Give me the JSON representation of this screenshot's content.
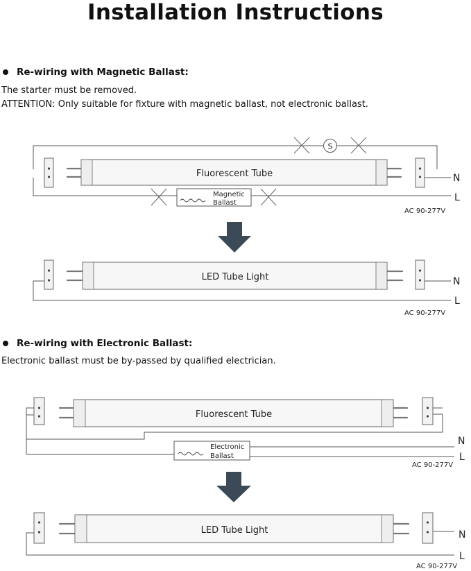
{
  "title": "Installation Instructions",
  "section1": {
    "heading": "Re-wiring with Magnetic Ballast:",
    "line1": "The starter must be removed.",
    "line2": "ATTENTION: Only suitable for fixture with magnetic ballast, not electronic ballast.",
    "tube_label": "Fluorescent Tube",
    "starter_symbol": "S",
    "ballast_line1": "Magnetic",
    "ballast_line2": "Ballast",
    "led_label": "LED Tube Light",
    "n_label": "N",
    "l_label": "L",
    "voltage": "AC 90-277V"
  },
  "section2": {
    "heading": "Re-wiring with Electronic Ballast:",
    "line1": "Electronic ballast must be by-passed by qualified electrician.",
    "tube_label": "Fluorescent Tube",
    "ballast_line1": "Electronic",
    "ballast_line2": "Ballast",
    "led_label": "LED Tube Light",
    "n_label": "N",
    "l_label": "L",
    "voltage": "AC 90-277V"
  },
  "colors": {
    "arrow": "#3c4a58",
    "wire": "#555555"
  }
}
